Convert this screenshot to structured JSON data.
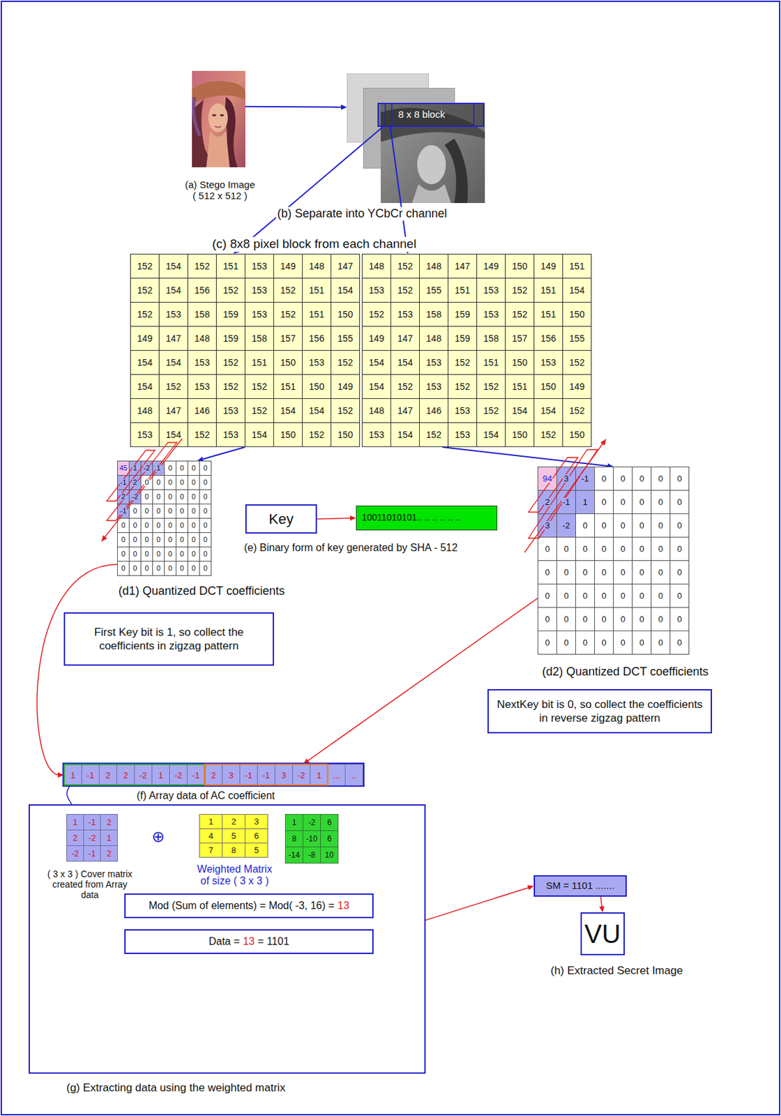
{
  "diagram": {
    "nodes": [
      {
        "text": [
          "(a) Stego Image ( 512 x 512 )"
        ]
      },
      {
        "text": [
          "(b) Separate into YCbCr channel"
        ]
      },
      {
        "text": [
          "8 x 8 block"
        ],
        "in": 1
      },
      {
        "text": [
          "152",
          "154",
          "152",
          "151",
          "153",
          "149",
          "148",
          "147",
          "152",
          "154",
          "156",
          "152",
          "153",
          "152",
          "151",
          "154",
          "152",
          "153",
          "158",
          "159",
          "153",
          "152",
          "151",
          "150",
          "149",
          "147",
          "148",
          "159",
          "158",
          "157",
          "156",
          "155",
          "154",
          "154",
          "153",
          "152",
          "151",
          "150",
          "153",
          "152",
          "154",
          "152",
          "153",
          "152",
          "152",
          "151",
          "150",
          "149",
          "148",
          "147",
          "146",
          "153",
          "152",
          "154",
          "154",
          "152",
          "153",
          "154",
          "152",
          "153",
          "154",
          "150",
          "152",
          "150"
        ]
      },
      {
        "text": [
          "148",
          "152",
          "148",
          "147",
          "149",
          "150",
          "149",
          "151",
          "153",
          "152",
          "155",
          "151",
          "153",
          "152",
          "151",
          "154",
          "152",
          "153",
          "158",
          "159",
          "153",
          "152",
          "151",
          "150",
          "149",
          "147",
          "148",
          "159",
          "158",
          "157",
          "156",
          "155",
          "154",
          "154",
          "153",
          "152",
          "151",
          "150",
          "153",
          "152",
          "154",
          "152",
          "153",
          "152",
          "152",
          "151",
          "150",
          "149",
          "148",
          "147",
          "146",
          "153",
          "152",
          "154",
          "154",
          "152",
          "153",
          "154",
          "152",
          "153",
          "154",
          "150",
          "152",
          "150"
        ]
      },
      {
        "text": [
          "45",
          "1",
          "-2",
          "1",
          "0",
          "0",
          "0",
          "0",
          "-1",
          "2",
          "0",
          "0",
          "0",
          "0",
          "0",
          "0",
          "2",
          "-2",
          "0",
          "0",
          "0",
          "0",
          "0",
          "0",
          "-1",
          "0",
          "0",
          "0",
          "0",
          "0",
          "0",
          "0",
          "0",
          "0",
          "0",
          "0",
          "0",
          "0",
          "0",
          "0",
          "0",
          "0",
          "0",
          "0",
          "0",
          "0",
          "0",
          "0",
          "0",
          "0",
          "0",
          "0",
          "0",
          "0",
          "0",
          "0",
          "0",
          "0",
          "0",
          "0",
          "0",
          "0",
          "0",
          "0",
          "(d1) Quantized DCT coefficients"
        ]
      },
      {
        "text": [
          "Key"
        ]
      },
      {
        "text": [
          "10011010101.. .. .. .. .. ..",
          "(e) Binary form of key generated by SHA - 512"
        ]
      },
      {
        "text": [
          "94",
          "3",
          "-1",
          "0",
          "0",
          "0",
          "0",
          "0",
          "2",
          "-1",
          "1",
          "0",
          "0",
          "0",
          "0",
          "0",
          "3",
          "-2",
          "0",
          "0",
          "0",
          "0",
          "0",
          "0",
          "0",
          "0",
          "0",
          "0",
          "0",
          "0",
          "0",
          "0",
          "0",
          "0",
          "0",
          "0",
          "0",
          "0",
          "0",
          "0",
          "0",
          "0",
          "0",
          "0",
          "0",
          "0",
          "0",
          "0",
          "0",
          "0",
          "0",
          "0",
          "0",
          "0",
          "0",
          "0",
          "0",
          "0",
          "0",
          "0",
          "0",
          "0",
          "0",
          "0",
          "(d2) Quantized DCT coefficients"
        ]
      },
      {
        "text": [
          "First Key bit is 1, so collect the coefficients in zigzag pattern"
        ]
      },
      {
        "text": [
          "NextKey bit is 0, so collect the coefficients in reverse zigzag pattern"
        ]
      },
      {
        "text": [
          "1",
          "-1",
          "2",
          "2",
          "-2",
          "1",
          "-2",
          "-1",
          "2",
          "3",
          "-1",
          "-1",
          "3",
          "-2",
          "1",
          "...",
          "..",
          "(f) Array data of AC coefficient"
        ]
      },
      {
        "text": [
          "(g) Extracting data using the weighted matrix"
        ]
      },
      {
        "text": [
          "1",
          "-1",
          "2",
          "2",
          "-2",
          "1",
          "-2",
          "-1",
          "2",
          "( 3 x 3 ) Cover matrix created from Array data"
        ],
        "in": 12
      },
      {
        "text": [
          "1",
          "2",
          "3",
          "4",
          "5",
          "6",
          "7",
          "8",
          "5",
          "Weighted Matrix of size ( 3 x 3 )"
        ],
        "in": 12
      },
      {
        "text": [
          "1",
          "-2",
          "6",
          "8",
          "-10",
          "6",
          "-14",
          "-8",
          "10"
        ],
        "in": 12
      },
      {
        "text": [
          "Mod (Sum of elements) = Mod( -3, 16) =",
          "13"
        ],
        "in": 12
      },
      {
        "text": [
          "Data =",
          "13",
          "= 1101"
        ],
        "in": 12
      },
      {
        "text": [
          "SM = 1101 ......."
        ]
      },
      {
        "text": [
          "VU",
          "(h) Extracted Secret Image"
        ]
      }
    ],
    "edges": [
      {
        "from": 0,
        "to": 1,
        "arrow": "to"
      },
      {
        "from": 2,
        "to": 3,
        "arrow": "to"
      },
      {
        "from": 2,
        "to": 4,
        "arrow": "to"
      },
      {
        "from": 3,
        "to": 5,
        "arrow": "to"
      },
      {
        "from": 4,
        "to": 8,
        "arrow": "to"
      },
      {
        "from": 6,
        "to": 7,
        "arrow": "to"
      },
      {
        "from": 5,
        "to": 11,
        "arrow": "to"
      },
      {
        "from": 8,
        "to": 11,
        "arrow": "to"
      },
      {
        "from": 11,
        "to": 13,
        "arrow": "to"
      },
      {
        "from": 13,
        "to": 14,
        "label": "⊕",
        "arrow": "to"
      },
      {
        "from": 14,
        "to": 15,
        "arrow": "to"
      },
      {
        "from": 15,
        "to": 16,
        "arrow": "to"
      },
      {
        "from": 17,
        "to": 18,
        "arrow": "to"
      },
      {
        "from": 18,
        "to": 19,
        "arrow": "to"
      }
    ],
    "labels": [
      "(c) 8x8 pixel block from each channel"
    ]
  }
}
